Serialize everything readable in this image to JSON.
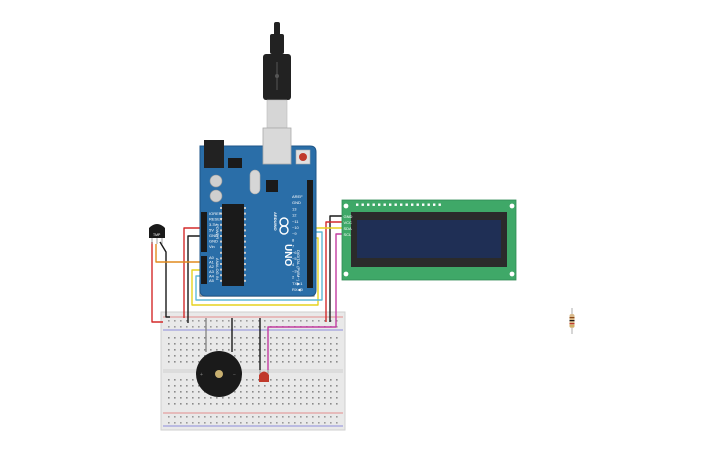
{
  "canvas": {
    "background": "#ffffff"
  },
  "components": {
    "usb_cable": {
      "icon": "usb-b-plug-icon",
      "color": "#222222"
    },
    "arduino": {
      "brand_label": "ARDUINO",
      "model_label": "UNO",
      "board_color": "#2a6ea8",
      "icon": "arduino-logo-icon",
      "power_header_labels": [
        "IOREF",
        "RESET",
        "3.3V",
        "5V",
        "GND",
        "GND",
        "Vin"
      ],
      "analog_header_labels": [
        "A0",
        "A1",
        "A2",
        "A3",
        "A4",
        "A5"
      ],
      "digital_header_labels": [
        "AREF",
        "GND",
        "13",
        "12",
        "~11",
        "~10",
        "~9",
        "8",
        "7",
        "~6",
        "~5",
        "4",
        "~3",
        "2",
        "TX▶1",
        "RX◀0"
      ],
      "power_title": "POWER",
      "analog_title": "ANALOG IN",
      "digital_title": "DIGITAL (PWM~)"
    },
    "temp_sensor": {
      "label": "TMP"
    },
    "lcd": {
      "pin_labels": [
        "GND",
        "VCC",
        "SDA",
        "SCL"
      ],
      "pcb_color": "#3fa868",
      "screen_color": "#1f2f55"
    },
    "buzzer": {
      "icon": "piezo-buzzer-icon"
    },
    "led": {
      "color": "#c0392b"
    },
    "resistor": {
      "icon": "resistor-icon"
    },
    "breadboard": {
      "color": "#e8e8e8"
    }
  },
  "wire_colors": {
    "red": "#d42a2a",
    "black": "#1a1a1a",
    "orange": "#e08a1e",
    "yellow": "#e6d21e",
    "cyan": "#5fb9d6",
    "magenta": "#c23ca0",
    "gray": "#8a8a8a"
  }
}
